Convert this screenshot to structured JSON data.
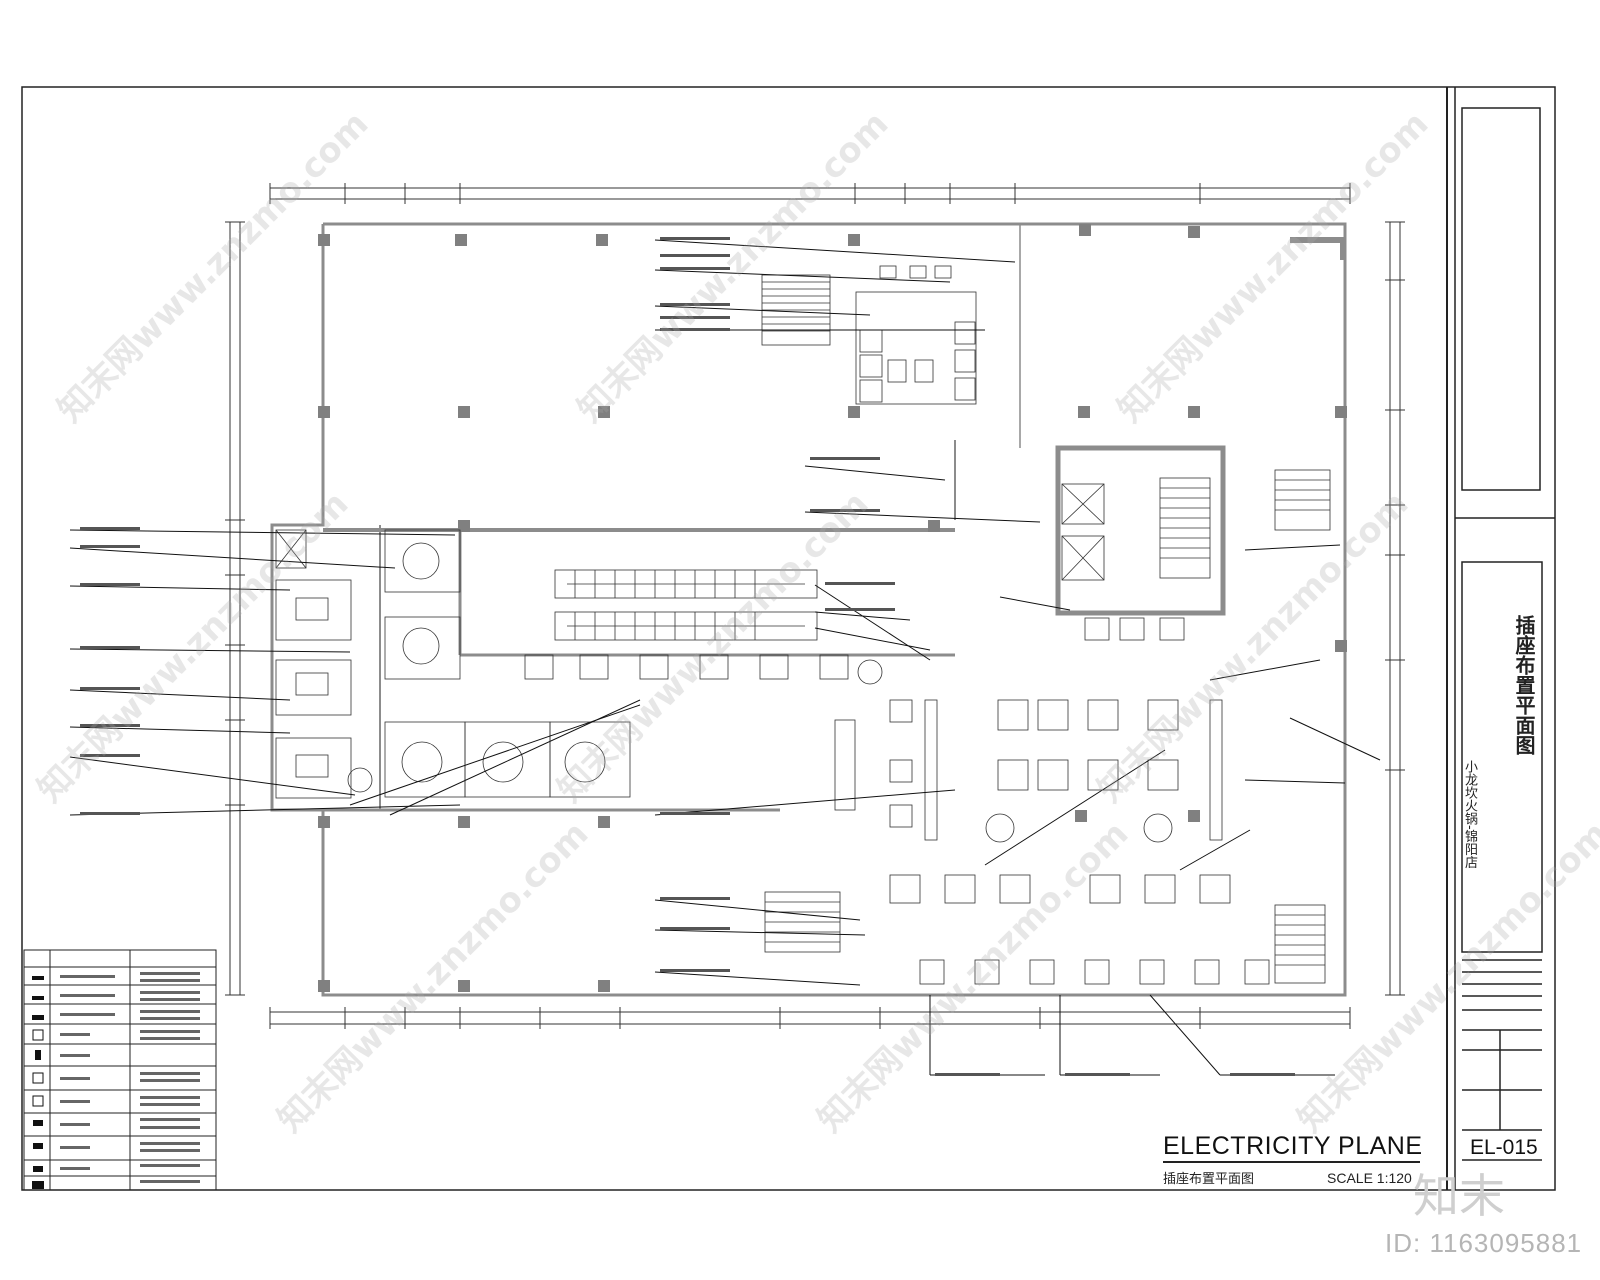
{
  "drawing": {
    "title_en": "ELECTRICITY PLANE",
    "title_cn": "插座布置平面图",
    "scale": "SCALE 1:120",
    "sheet_no": "EL-015"
  },
  "title_block": {
    "title": "插座布置平面图",
    "project": "小龙坎火锅-锦阳店"
  },
  "watermark": {
    "logo": "知末",
    "id": "ID: 1163095881",
    "site": "知末网www.znzmo.com"
  },
  "colors": {
    "line": "#222222",
    "wall": "#8c8c8c",
    "column": "#808080",
    "watermark": "#bdbdbd"
  },
  "legend": {
    "icons": [
      "socket-wall-icon",
      "socket-wall-icon",
      "socket-floor-icon",
      "socket-box-icon",
      "socket-outlet-icon",
      "socket-box-icon",
      "socket-box-icon",
      "socket-outlet-icon",
      "socket-outlet-icon",
      "socket-outlet-icon",
      "socket-panel-icon",
      "socket-floor-icon"
    ]
  }
}
